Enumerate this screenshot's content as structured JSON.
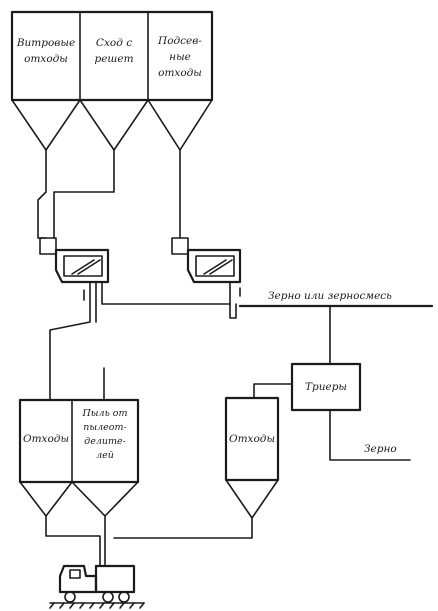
{
  "labels": {
    "bin1": [
      "Витровые",
      "отходы"
    ],
    "bin2": [
      "Сход с",
      "решет"
    ],
    "bin3": [
      "Подсев-",
      "ные",
      "отходы"
    ],
    "grain_mix": "Зерно или зерносмесь",
    "triers": "Триеры",
    "waste_right": "Отходы",
    "grain_out": "Зерно",
    "waste_left": "Отходы",
    "dust": [
      "Пыль от",
      "пылеот-",
      "делите-",
      "лей"
    ]
  }
}
